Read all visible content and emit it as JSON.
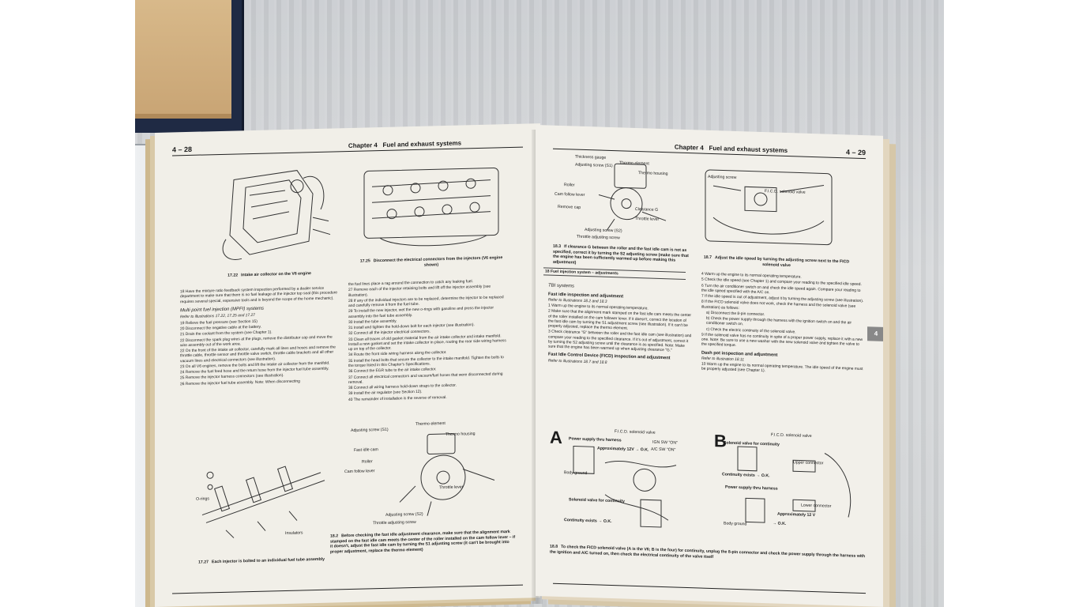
{
  "left_page": {
    "page_number": "4 – 28",
    "chapter": "Chapter 4",
    "chapter_title": "Fuel and exhaust systems",
    "captions": {
      "fig_1722": {
        "num": "17.22",
        "text": "Intake air collector on the V6 engine"
      },
      "fig_1725": {
        "num": "17.25",
        "text": "Disconnect the electrical connectors from the injectors (V6 engine shown)"
      },
      "fig_1727": {
        "num": "17.27",
        "text": "Each injector is bolted to an individual fuel tube assembly"
      },
      "fig_182": {
        "num": "18.2",
        "text": "Before checking the fast idle adjustment clearance, make sure that the alignment mark stamped on the fast idle cam meets the center of the roller installed on the cam follow lever – if it doesn't, adjust the fast idle cam by turning the S1 adjusting screw (it can't be brought into proper adjustment, replace the thermo element)"
      }
    },
    "col1": {
      "intro": "18 Have the mixture ratio feedback system inspection performed by a dealer service department to make sure that there is no fuel leakage at the injector top seal (this procedure requires several special, expensive tools and is beyond the scope of the home mechanic).",
      "heading": "Multi point fuel injection (MPFI) systems",
      "ref": "Refer to illustrations 17.22, 17.25 and 17.27",
      "steps": [
        "19 Relieve the fuel pressure (see Section 15)",
        "20 Disconnect the negative cable at the battery.",
        "21 Drain the coolant from the system (see Chapter 1).",
        "22 Disconnect the spark plug wires at the plugs, remove the distributor cap and move the wire assembly out of the work area.",
        "22 On the front of the intake air collector, carefully mark all lines and hoses and remove the throttle cable, throttle sensor and throttle valve switch, throttle cable brackets and all other vacuum lines and electrical connectors (see illustration).",
        "23 On all V6 engines, remove the bolts and lift the intake air collector from the manifold.",
        "24 Remove the fuel feed hose and the return hose from the injector fuel tube assembly.",
        "25 Remove the injector harness connectors (see illustration).",
        "26 Remove the injector fuel tube assembly. Note: When disconnecting"
      ]
    },
    "col2": {
      "steps": [
        "the fuel lines place a rag around the connection to catch any leaking fuel.",
        "27 Remove each of the injector retaining bolts and lift off the injector assembly (see illustration).",
        "28 If any of the individual injectors are to be replaced, determine the injector to be replaced and carefully remove it from the fuel tube.",
        "29 To install the new injector, wet the new o-rings with gasoline and press the injector assembly into the fuel tube assembly.",
        "30 Install the tube assembly.",
        "31 Install and tighten the hold-down bolt for each injector (see illustration).",
        "32 Connect all the injector electrical connectors.",
        "33 Clean all traces of old gasket material from the air intake collector and intake manifold. Install a new gasket and set the intake collector in place, routing the rear side wiring harness up on top of the collector.",
        "34 Route the front side wiring harness along the collector.",
        "35 Install the head bolts that secure the collector to the intake manifold. Tighten the bolts to the torque listed in this Chapter's Specifications.",
        "36 Connect the EGR tube to the air intake collector.",
        "37 Connect all electrical connectors and vacuum/fuel hoses that were disconnected during removal.",
        "38 Connect all wiring harness hold-down straps to the collector.",
        "39 Install the air regulator (see Section 12).",
        "40 The remainder of installation is the reverse of removal."
      ]
    },
    "diagram_labels": {
      "orings": "O-rings",
      "insulators": "Insulators",
      "adjusting_screw_s1": "Adjusting screw (S1)",
      "fast_idle_cam": "Fast idle cam",
      "roller": "Roller",
      "cam_follow_lever": "Cam follow lever",
      "thermo_element": "Thermo element",
      "thermo_housing": "Thermo housing",
      "throttle_lever": "Throttle lever",
      "adjusting_screw_s2": "Adjusting screw (S2)",
      "throttle_adjusting_screw": "Throttle adjusting screw"
    }
  },
  "right_page": {
    "page_number": "4 – 29",
    "chapter": "Chapter 4",
    "chapter_title": "Fuel and exhaust systems",
    "tab": "4",
    "captions": {
      "fig_183": {
        "num": "18.3",
        "text": "If clearance G between the roller and the fast idle cam is not as specified, correct it by turning the S2 adjusting screw (make sure that the engine has been sufficiently warmed up before making this adjustment)"
      },
      "fig_187": {
        "num": "18.7",
        "text": "Adjust the idle speed by turning the adjusting screw next to the FICD solenoid valve"
      },
      "fig_188": {
        "num": "18.8",
        "text": "To check the FICD solenoid valve (A is the V6; B is the four) for continuity, unplug the 8-pin connector and check the power supply through the harness with the ignition and A/C turned on, then check the electrical continuity of the valve itself"
      }
    },
    "section_band": "18 Fuel injection system – adjustments",
    "col1": {
      "h1": "TBI systems",
      "h2": "Fast idle inspection and adjustment",
      "ref": "Refer to illustrations 18.2 and 18.3",
      "steps": [
        "1 Warm up the engine to its normal operating temperature.",
        "2 Make sure that the alignment mark stamped on the fast idle cam meets the center of the roller installed on the cam follower lever. If it doesn't, correct the location of the fast idle cam by turning the S1 adjustment screw (see illustration). If it can't be properly adjusted, replace the thermo element.",
        "3 Check clearance \"G\" between the roller and the fast idle cam (see illustration) and compare your reading to the specified clearance. If it's out of adjustment, correct it by turning the S2 adjusting screw until the clearance is as specified. Note: Make sure that the engine has been warmed up when adjusting clearance \"G.\""
      ],
      "h3": "Fast Idle Control Device (FICD) inspection and adjustment",
      "ref2": "Refer to illustrations 18.7 and 18.8"
    },
    "col2": {
      "steps": [
        "4 Warm up the engine to its normal operating temperature.",
        "5 Check the idle speed (see Chapter 1) and compare your reading to the specified idle speed.",
        "6 Turn the air conditioner switch on and check the idle speed again. Compare your reading to the idle speed specified with the A/C on.",
        "7 If the idle speed is out of adjustment, adjust it by turning the adjusting screw (see illustration).",
        "8 If the FICD solenoid valve does not work, check the harness and the solenoid valve (see illustration) as follows:",
        "a) Disconnect the 8-pin connector.",
        "b) Check the power supply through the harness with the ignition switch on and the air conditioner switch on.",
        "c) Check the electric continuity of the solenoid valve.",
        "9 If the solenoid valve has no continuity in spite of a proper power supply, replace it with a new one. Note: Be sure to use a new washer with the new solenoid valve and tighten the valve to the specified torque."
      ],
      "h_dash": "Dash pot inspection and adjustment",
      "ref": "Refer to illustration 18.11",
      "step10": "10 Warm up the engine to its normal operating temperature. The idle speed of the engine must be properly adjusted (see Chapter 1)."
    },
    "diagram_labels": {
      "thickness_gauge": "Thickness gauge",
      "adjusting_screw_s1": "Adjusting screw (S1)",
      "thermo_element": "Thermo element",
      "thermo_housing": "Thermo housing",
      "roller": "Roller",
      "cam_follow_lever": "Cam follow lever",
      "remove_cap": "Remove cap",
      "clearance_g": "Clearance G",
      "throttle_lever": "Throttle lever",
      "adjusting_screw_s2": "Adjusting screw (S2)",
      "throttle_adjusting_screw": "Throttle adjusting screw",
      "adjusting_screw": "Adjusting screw",
      "ficd_solenoid_valve": "F.I.C.D. solenoid valve",
      "a": "A",
      "b": "B",
      "power_supply": "Power supply thru harness",
      "ign_sw": "IGN SW \"ON\"",
      "ac_sw": "A/C SW \"ON\"",
      "approx_12v_ok": "Approximately 12V → O.K.",
      "body_ground": "Body ground",
      "solenoid_continuity": "Solenoid valve for continuity",
      "continuity_exists": "Continuity exists → O.K.",
      "upper_connector": "Upper connector",
      "lower_connector": "Lower connector",
      "continuity_exists_b": "Continuity exists → O.K.",
      "power_supply_b": "Power supply thru harness",
      "approx_12v": "Approximately 12 V",
      "ok": "→ O.K."
    }
  }
}
